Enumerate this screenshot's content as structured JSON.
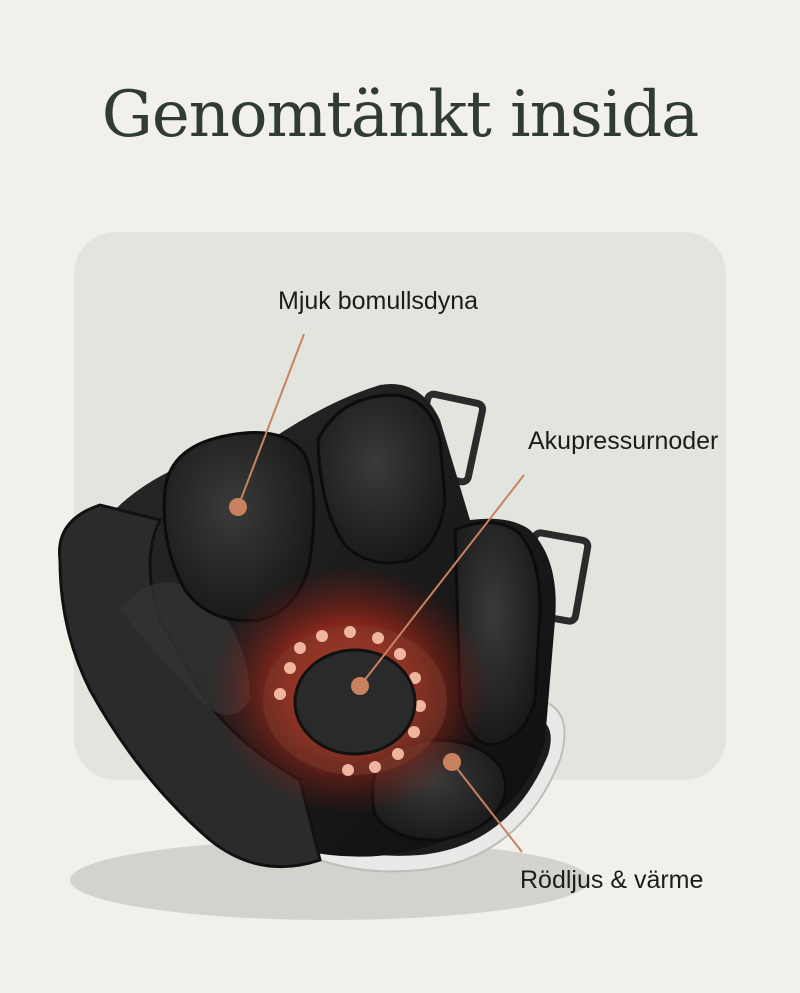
{
  "title": "Genomtänkt insida",
  "callouts": [
    {
      "id": "pad",
      "label": "Mjuk bomullsdyna"
    },
    {
      "id": "nodes",
      "label": "Akupressurnoder"
    },
    {
      "id": "light",
      "label": "Rödljus & värme"
    }
  ],
  "colors": {
    "background": "#f1f0ea",
    "panel": "#e2e5dd",
    "title": "#2f3b34",
    "accent": "#c8825f",
    "device": "#1a1a1a",
    "glow": "#e8321e"
  }
}
